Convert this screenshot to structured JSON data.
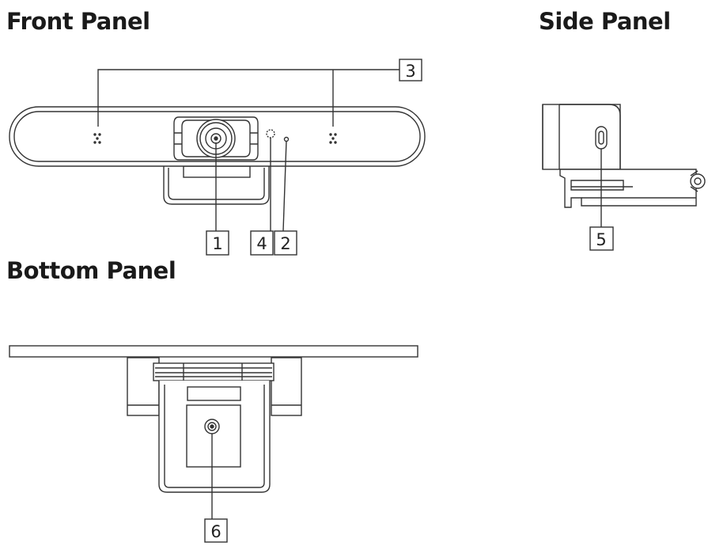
{
  "headings": {
    "front": "Front Panel",
    "side": "Side Panel",
    "bottom": "Bottom Panel"
  },
  "callouts": {
    "one": "1",
    "two": "2",
    "three": "3",
    "four": "4",
    "five": "5",
    "six": "6"
  },
  "colors": {
    "line": "#333333",
    "text": "#1a1a1a",
    "background": "#ffffff"
  }
}
